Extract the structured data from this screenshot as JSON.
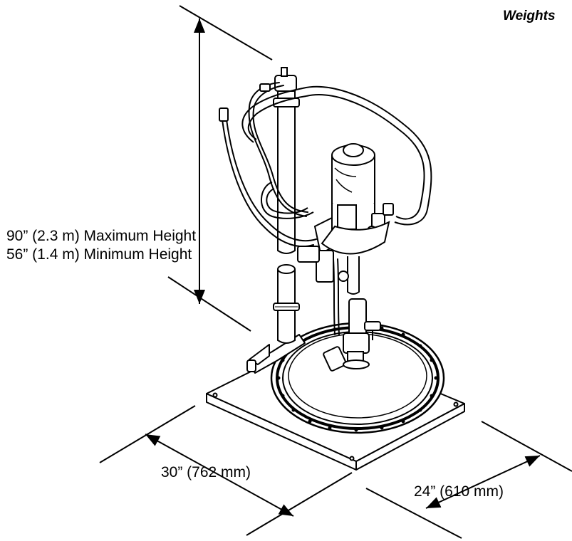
{
  "section_heading": "Weights",
  "dimensions": {
    "height_max": "90” (2.3 m) Maximum Height",
    "height_min": "56” (1.4 m) Minimum Height",
    "depth": "30” (762 mm)",
    "width": "24” (610 mm)"
  }
}
